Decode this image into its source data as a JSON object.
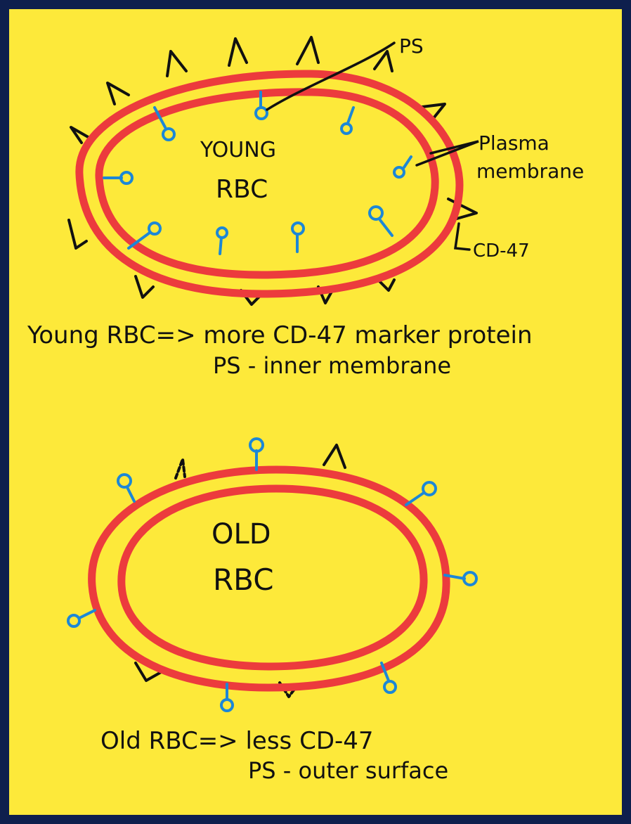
{
  "colors": {
    "background": "#fde93a",
    "frame": "#0e1f4d",
    "membrane": "#ec3b3d",
    "ps": "#1c87d6",
    "ink": "#111111"
  },
  "young_cell": {
    "label_line1": "YOUNG",
    "label_line2": "RBC",
    "ps_label": "PS",
    "membrane_label_line1": "Plasma",
    "membrane_label_line2": "membrane",
    "cd47_label": "CD-47",
    "caption_line1": "Young RBC=> more CD-47 marker protein",
    "caption_line2": "PS - inner membrane"
  },
  "old_cell": {
    "label_line1": "OLD",
    "label_line2": "RBC",
    "caption_line1": "Old RBC=> less CD-47",
    "caption_line2": "PS - outer surface"
  }
}
